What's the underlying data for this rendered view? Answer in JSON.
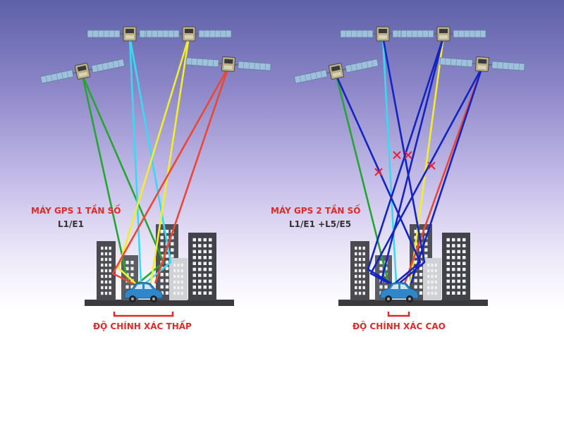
{
  "left_panel": {
    "receiver_title": "MÁY GPS 1 TẦN SỐ",
    "frequency": "L1/E1",
    "accuracy": "ĐỘ CHÍNH XÁC THẤP"
  },
  "right_panel": {
    "receiver_title": "MÁY GPS 2 TẦN SỐ",
    "frequency": "L1/E1 +L5/E5",
    "accuracy": "ĐỘ CHÍNH XÁC CAO"
  },
  "colors": {
    "green": "#27a532",
    "cyan": "#3ad9f2",
    "yellow": "#f2ee2c",
    "red": "#ef4634",
    "blue": "#1323c4",
    "label_red": "#e02a2a",
    "label_dark": "#333333",
    "car": "#2f86c8"
  },
  "icons": {
    "satellite": "satellite-icon",
    "car": "car-icon",
    "cross": "cross-mark-icon",
    "building": "building-icon"
  }
}
